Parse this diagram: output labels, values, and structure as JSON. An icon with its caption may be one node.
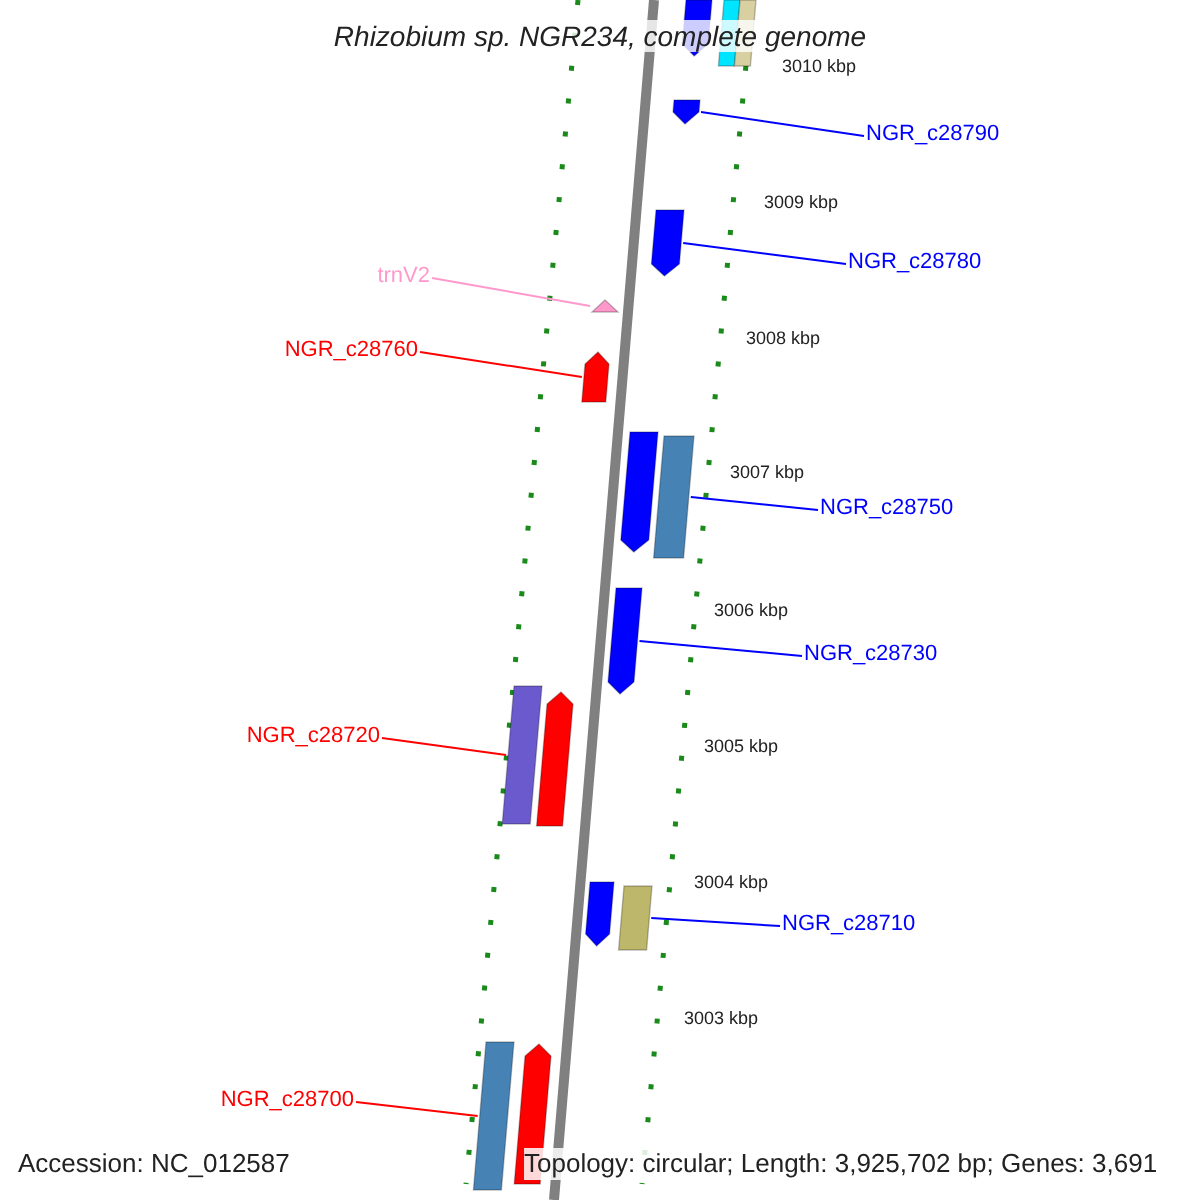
{
  "diagram": {
    "title": "Rhizobium sp. NGR234, complete genome",
    "nodes": [
      {
        "text": [],
        "shape": "arrow"
      },
      {
        "text": [],
        "shape": "box"
      },
      {
        "text": [],
        "shape": "box"
      },
      {
        "text": [
          "NGR_c28790"
        ]
      },
      {
        "text": [],
        "shape": "arrow"
      },
      {
        "text": [
          "NGR_c28780"
        ]
      },
      {
        "text": [],
        "shape": "arrow"
      },
      {
        "text": [
          "trnV2"
        ]
      },
      {
        "text": [],
        "shape": "triangle"
      },
      {
        "text": [
          "NGR_c28760"
        ]
      },
      {
        "text": [],
        "shape": "arrow"
      },
      {
        "text": [],
        "shape": "arrow"
      },
      {
        "text": [
          "NGR_c28750"
        ]
      },
      {
        "text": [],
        "shape": "box"
      },
      {
        "text": [
          "NGR_c28730"
        ]
      },
      {
        "text": [],
        "shape": "arrow"
      },
      {
        "text": [
          "NGR_c28720"
        ]
      },
      {
        "text": [],
        "shape": "box"
      },
      {
        "text": [],
        "shape": "arrow"
      },
      {
        "text": [],
        "shape": "arrow"
      },
      {
        "text": [
          "NGR_c28710"
        ]
      },
      {
        "text": [],
        "shape": "box"
      },
      {
        "text": [
          "NGR_c28700"
        ]
      },
      {
        "text": [],
        "shape": "box"
      },
      {
        "text": [],
        "shape": "arrow"
      }
    ],
    "edges": [
      {
        "from": 3,
        "to": 4,
        "arrow": "none",
        "color": "#0000ff"
      },
      {
        "from": 5,
        "to": 6,
        "arrow": "none",
        "color": "#0000ff"
      },
      {
        "from": 7,
        "to": 8,
        "arrow": "none",
        "color": "#ff99cc"
      },
      {
        "from": 9,
        "to": 10,
        "arrow": "none",
        "color": "#ff0000"
      },
      {
        "from": 12,
        "to": 13,
        "arrow": "none",
        "color": "#0000ff"
      },
      {
        "from": 14,
        "to": 15,
        "arrow": "none",
        "color": "#0000ff"
      },
      {
        "from": 16,
        "to": 17,
        "arrow": "none",
        "color": "#ff0000"
      },
      {
        "from": 20,
        "to": 21,
        "arrow": "none",
        "color": "#0000ff"
      },
      {
        "from": 22,
        "to": 23,
        "arrow": "none",
        "color": "#ff0000"
      }
    ],
    "labels": [
      "3010 kbp",
      "3009 kbp",
      "3008 kbp",
      "3007 kbp",
      "3006 kbp",
      "3005 kbp",
      "3004 kbp",
      "3003 kbp",
      "Accession: NC_012587",
      "Topology: circular; Length: 3,925,702 bp; Genes: 3,691"
    ]
  }
}
